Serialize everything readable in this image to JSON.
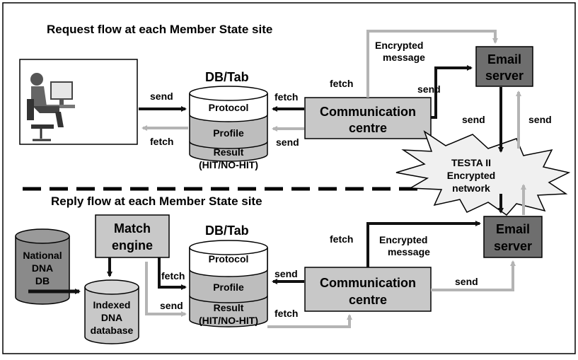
{
  "titles": {
    "request": "Request flow at each Member State site",
    "reply": "Reply flow at each Member State site"
  },
  "db_top": {
    "title": "DB/Tab",
    "protocol": "Protocol",
    "profile": "Profile",
    "result_line1": "Result",
    "result_line2": "(HIT/NO-HIT)"
  },
  "db_bottom": {
    "title": "DB/Tab",
    "protocol": "Protocol",
    "profile": "Profile",
    "result_line1": "Result",
    "result_line2": "(HIT/NO-HIT)"
  },
  "comm_top": {
    "line1": "Communication",
    "line2": "centre"
  },
  "comm_bottom": {
    "line1": "Communication",
    "line2": "centre"
  },
  "email_top": {
    "line1": "Email",
    "line2": "server"
  },
  "email_bottom": {
    "line1": "Email",
    "line2": "server"
  },
  "testa": {
    "line1": "TESTA II",
    "line2": "Encrypted",
    "line3": "network"
  },
  "match_engine": {
    "line1": "Match",
    "line2": "engine"
  },
  "national_db": {
    "line1": "National",
    "line2": "DNA",
    "line3": "DB"
  },
  "indexed_db": {
    "line1": "Indexed",
    "line2": "DNA",
    "line3": "database"
  },
  "encrypted_top": {
    "line1": "Encrypted",
    "line2": "message"
  },
  "encrypted_bottom": {
    "line1": "Encrypted",
    "line2": "message"
  },
  "labels": {
    "send_user": "send",
    "fetch_user": "fetch",
    "fetch_db_top": "fetch",
    "send_db_top": "send",
    "fetch_top_right": "fetch",
    "send_to_email_top": "send",
    "send_down": "send",
    "send_up": "send",
    "fetch_bottom_right": "fetch",
    "send_db_bottom": "send",
    "fetch_db_bottom": "fetch",
    "send_to_email_bottom": "send",
    "fetch_match": "fetch",
    "send_match": "send"
  },
  "colors": {
    "box_fill": "#c8c8c8",
    "email_fill": "#6e6e6e",
    "dark_arrow": "#111111",
    "light_arrow": "#b4b4b4",
    "national_fill": "#8a8a8a",
    "indexed_fill": "#c8c8c8"
  }
}
